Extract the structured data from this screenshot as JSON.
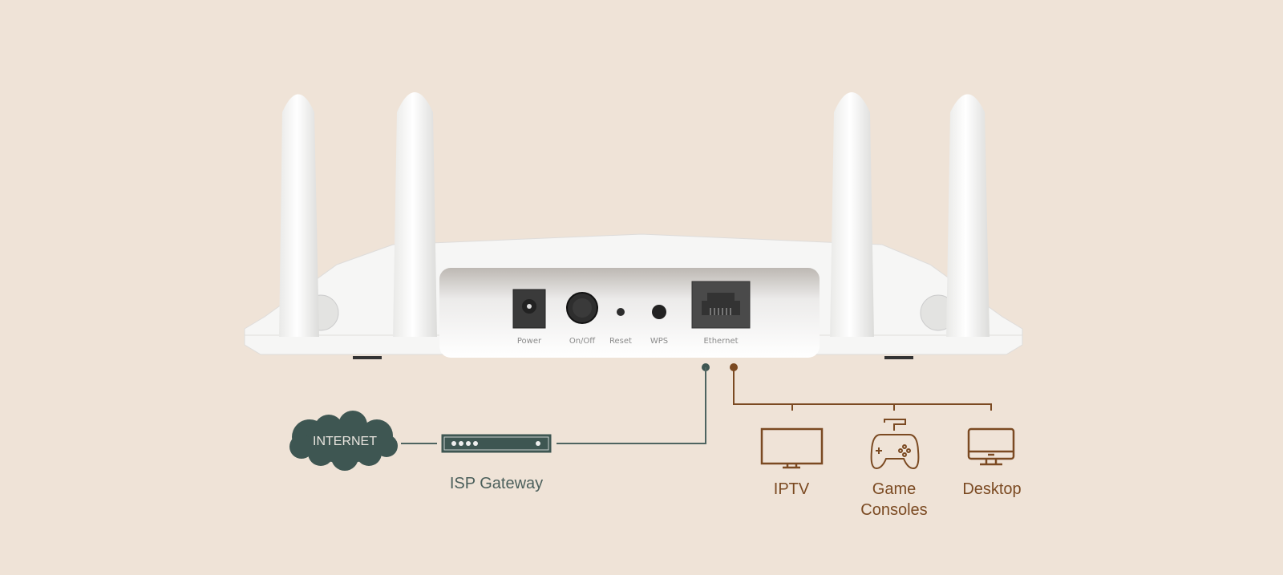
{
  "router_ports": {
    "power": "Power",
    "on_off": "On/Off",
    "reset": "Reset",
    "wps": "WPS",
    "ethernet": "Ethernet"
  },
  "wan_side": {
    "internet": "INTERNET",
    "isp_gateway": "ISP Gateway"
  },
  "lan_devices": [
    {
      "label": "IPTV",
      "icon": "tv-icon"
    },
    {
      "label": "Game Consoles",
      "icon": "gamepad-icon"
    },
    {
      "label": "Desktop",
      "icon": "desktop-icon"
    }
  ],
  "colors": {
    "background": "#efe3d7",
    "wan_line": "#3e5652",
    "lan_line": "#7b4a22"
  }
}
